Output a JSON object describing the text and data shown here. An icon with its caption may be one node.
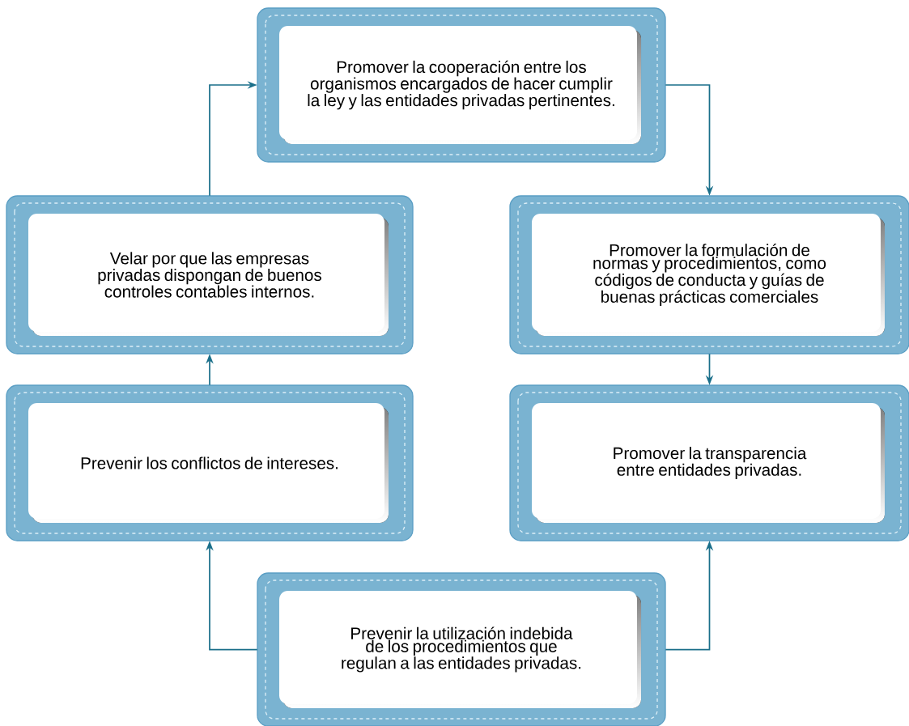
{
  "diagram": {
    "nodes": [
      {
        "text": [
          "Promover la cooperación entre los organismos encargados de hacer cumplir la ley y las entidades privadas pertinentes."
        ]
      },
      {
        "text": [
          "Velar por que las empresas privadas dispongan de buenos controles contables internos."
        ]
      },
      {
        "text": [
          "Promover la formulación de normas y procedimientos, como códigos de conducta y guías de buenas prácticas comerciales"
        ]
      },
      {
        "text": [
          "Prevenir los conflictos de intereses."
        ]
      },
      {
        "text": [
          "Promover la transparencia entre entidades privadas."
        ]
      },
      {
        "text": [
          "Prevenir la utilización indebida de los procedimientos que regulan a las entidades privadas."
        ]
      }
    ],
    "edges": [
      {
        "from": 0,
        "to": 2,
        "arrow": "to"
      },
      {
        "from": 2,
        "to": 4,
        "arrow": "to"
      },
      {
        "from": 5,
        "to": 4,
        "arrow": "to"
      },
      {
        "from": 5,
        "to": 3,
        "arrow": "to"
      },
      {
        "from": 3,
        "to": 1,
        "arrow": "to"
      },
      {
        "from": 1,
        "to": 0,
        "arrow": "to"
      }
    ]
  }
}
